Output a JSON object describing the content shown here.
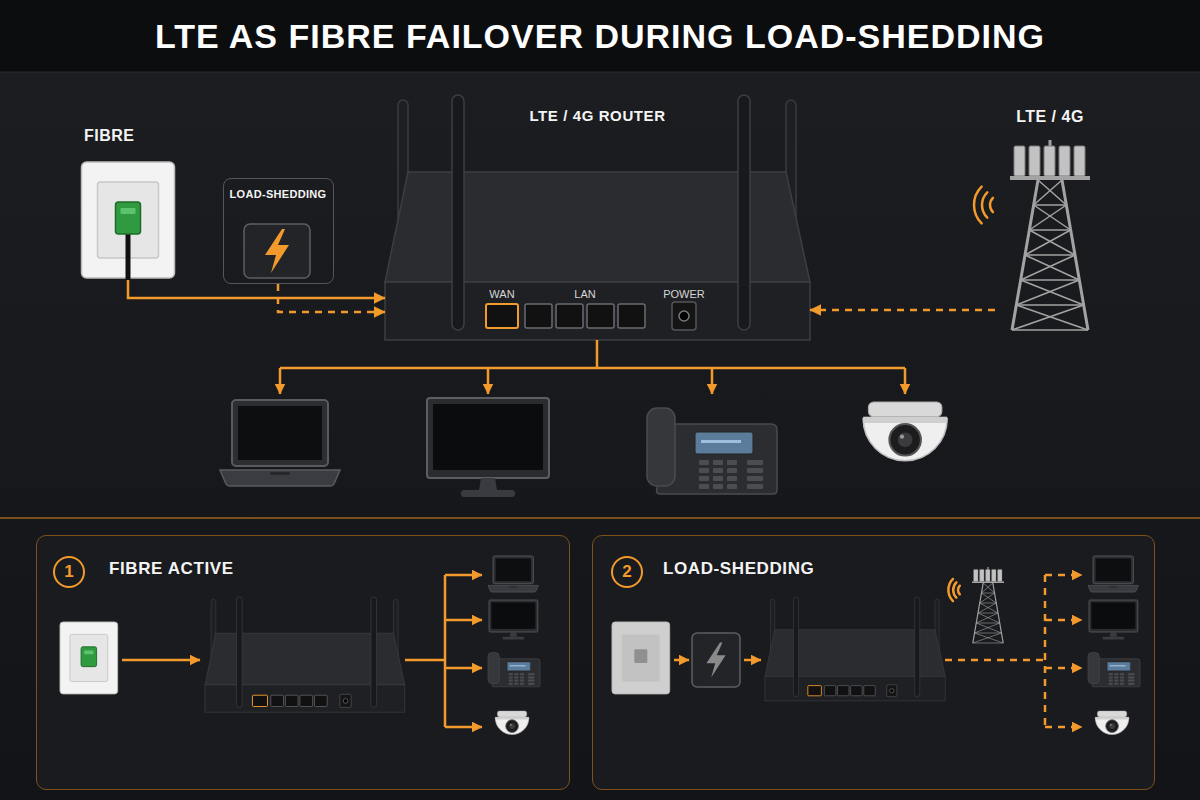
{
  "diagram": {
    "title": "LTE AS FIBRE FAILOVER DURING LOAD-SHEDDING",
    "nodes": [
      {
        "text": [
          "FIBRE"
        ]
      },
      {
        "text": [
          "LOAD-SHEDDING"
        ]
      },
      {
        "text": [
          "LTE / 4G ROUTER",
          "WAN",
          "LAN",
          "POWER"
        ]
      },
      {
        "text": [
          "LTE / 4G"
        ]
      },
      {
        "text": [
          "FIBRE ACTIVE"
        ]
      },
      {
        "text": [
          "1"
        ],
        "in": 4
      },
      {
        "text": [
          "LOAD-SHEDDING"
        ]
      },
      {
        "text": [
          "2"
        ],
        "in": 6
      }
    ],
    "edges": [
      {
        "from": 0,
        "to": 2,
        "arrow": "to"
      },
      {
        "from": 1,
        "to": 2,
        "arrow": "to"
      },
      {
        "from": 3,
        "to": 2,
        "arrow": "to"
      }
    ]
  }
}
